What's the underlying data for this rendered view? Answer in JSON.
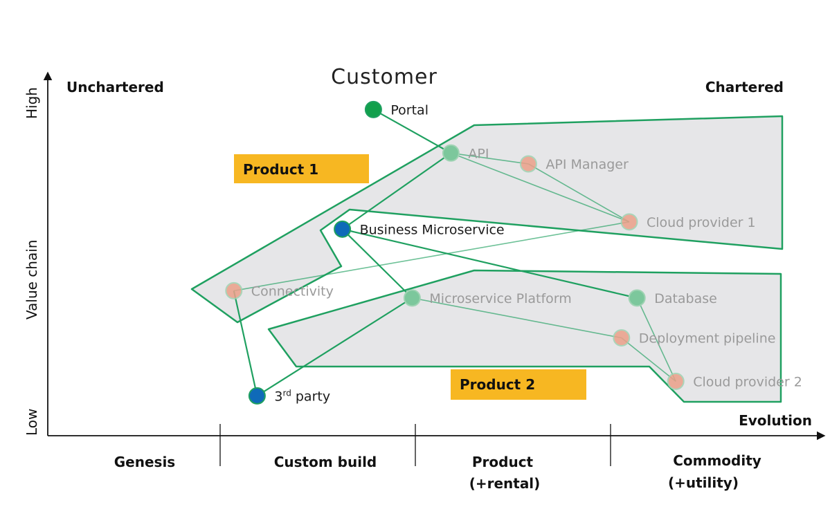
{
  "title": "Customer",
  "corners": {
    "top_left": "Unchartered",
    "top_right": "Chartered"
  },
  "axes": {
    "y": {
      "label": "Value chain",
      "high": "High",
      "low": "Low"
    },
    "x": {
      "label": "Evolution"
    }
  },
  "stages": [
    {
      "lines": [
        "Genesis"
      ]
    },
    {
      "lines": [
        "Custom build"
      ]
    },
    {
      "lines": [
        "Product",
        "(+rental)"
      ]
    },
    {
      "lines": [
        "Commodity",
        "(+utility)"
      ]
    }
  ],
  "colors": {
    "line": "#1fa060",
    "region_fill": "#e6e6e8",
    "label_box": "#f7b722",
    "node_dark_green": "#12a04c",
    "node_light_green": "#7cc79c",
    "node_blue": "#0f6ab8",
    "node_salmon": "#eba08a"
  },
  "products": [
    {
      "id": "product1",
      "label": "Product 1"
    },
    {
      "id": "product2",
      "label": "Product 2"
    }
  ],
  "nodes": [
    {
      "id": "portal",
      "label": "Portal",
      "evolution": 0.42,
      "visibility": 0.9,
      "kind": "dark_green",
      "faded": false
    },
    {
      "id": "api",
      "label": "API",
      "evolution": 0.52,
      "visibility": 0.78,
      "kind": "light_green",
      "faded": true
    },
    {
      "id": "api_manager",
      "label": "API Manager",
      "evolution": 0.62,
      "visibility": 0.75,
      "kind": "salmon",
      "faded": true
    },
    {
      "id": "cloud_provider_1",
      "label": "Cloud provider 1",
      "evolution": 0.75,
      "visibility": 0.59,
      "kind": "salmon",
      "faded": true
    },
    {
      "id": "business_microservice",
      "label": "Business Microservice",
      "evolution": 0.38,
      "visibility": 0.57,
      "kind": "blue",
      "faded": false
    },
    {
      "id": "connectivity",
      "label": "Connectivity",
      "evolution": 0.24,
      "visibility": 0.4,
      "kind": "salmon",
      "faded": true
    },
    {
      "id": "microservice_platform",
      "label": "Microservice Platform",
      "evolution": 0.47,
      "visibility": 0.38,
      "kind": "light_green",
      "faded": true
    },
    {
      "id": "database",
      "label": "Database",
      "evolution": 0.76,
      "visibility": 0.38,
      "kind": "light_green",
      "faded": true
    },
    {
      "id": "deployment_pipeline",
      "label": "Deployment pipeline",
      "evolution": 0.74,
      "visibility": 0.27,
      "kind": "salmon",
      "faded": true
    },
    {
      "id": "cloud_provider_2",
      "label": "Cloud provider 2",
      "evolution": 0.81,
      "visibility": 0.15,
      "kind": "salmon",
      "faded": true
    },
    {
      "id": "third_party",
      "label": "3rd party",
      "label_base": "3",
      "label_sup": "rd",
      "label_rest": " party",
      "evolution": 0.27,
      "visibility": 0.11,
      "kind": "blue",
      "faded": false
    }
  ],
  "links": [
    [
      "portal",
      "api"
    ],
    [
      "api",
      "api_manager"
    ],
    [
      "api",
      "cloud_provider_1"
    ],
    [
      "api_manager",
      "cloud_provider_1"
    ],
    [
      "api",
      "business_microservice"
    ],
    [
      "business_microservice",
      "microservice_platform"
    ],
    [
      "business_microservice",
      "database"
    ],
    [
      "connectivity",
      "cloud_provider_1"
    ],
    [
      "connectivity",
      "third_party"
    ],
    [
      "third_party",
      "microservice_platform"
    ],
    [
      "microservice_platform",
      "deployment_pipeline"
    ],
    [
      "database",
      "cloud_provider_2"
    ],
    [
      "deployment_pipeline",
      "cloud_provider_2"
    ]
  ]
}
